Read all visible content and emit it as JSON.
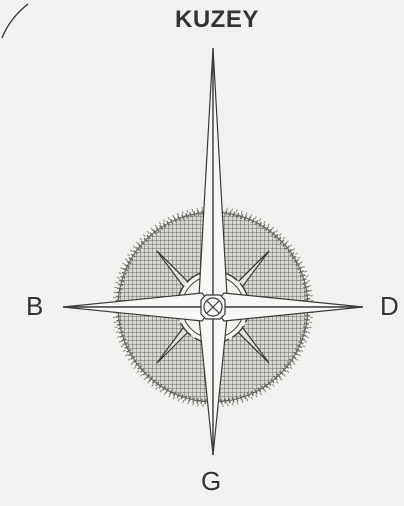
{
  "labels": {
    "north": "KUZEY",
    "west": "B",
    "east": "D",
    "south": "G"
  },
  "colors": {
    "background": "#f1f1ef",
    "ink": "#3a3a3a",
    "hatch": "#8a8a80",
    "star_fill": "#f7f7f5"
  },
  "icons": {
    "rose": "compass-rose-icon"
  }
}
